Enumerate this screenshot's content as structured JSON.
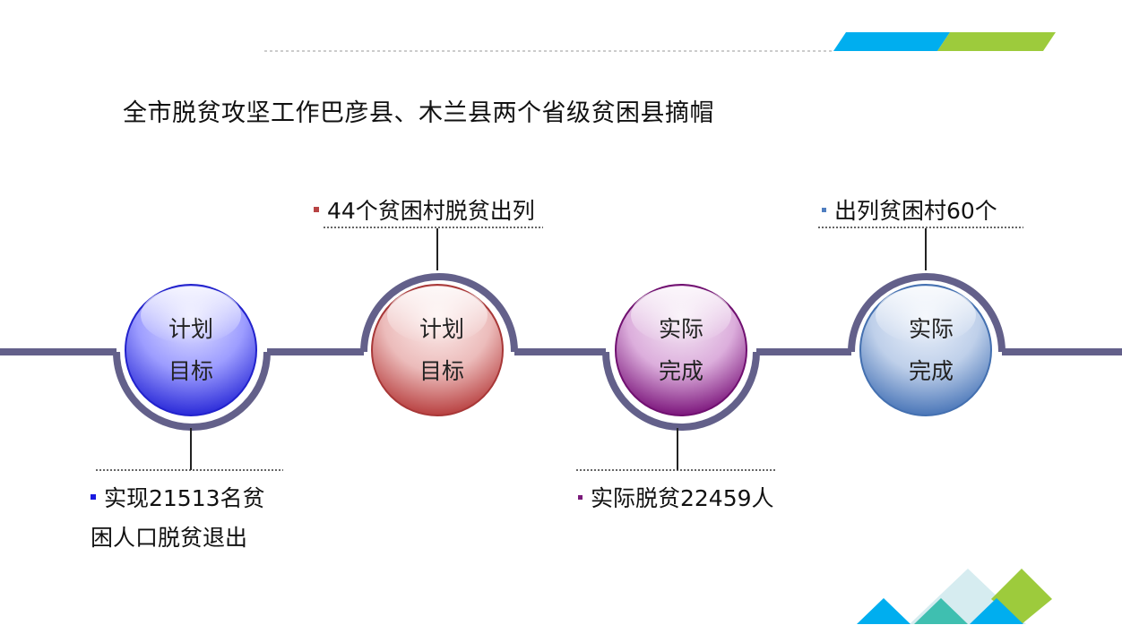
{
  "title": "全市脱贫攻坚工作巴彦县、木兰县两个省级贫困县摘帽",
  "nodes": [
    {
      "line1": "计划",
      "line2": "目标"
    },
    {
      "line1": "计划",
      "line2": "目标"
    },
    {
      "line1": "实际",
      "line2": "完成"
    },
    {
      "line1": "实际",
      "line2": "完成"
    }
  ],
  "notes": {
    "note_1": {
      "line1": "实现21513名贫",
      "line2": "困人口脱贫退出"
    },
    "note_2": {
      "text": "44个贫困村脱贫出列"
    },
    "note_3": {
      "text": "实际脱贫22459人"
    },
    "note_4": {
      "text": "出列贫困村60个"
    }
  },
  "colors": {
    "track": "#63608a",
    "node_1": "#3a3ae8",
    "node_2": "#c44848",
    "node_3": "#8a1c8a",
    "node_4": "#4f7ec0",
    "bullet_1": "#1a1ae0",
    "bullet_2": "#b84444",
    "bullet_3": "#7a1a7a",
    "bullet_4": "#4f7ec0",
    "accent_blue": "#00aeef",
    "accent_green": "#9dcb3c",
    "accent_teal": "#3fbfb0",
    "accent_pale": "#d6ecf0"
  }
}
